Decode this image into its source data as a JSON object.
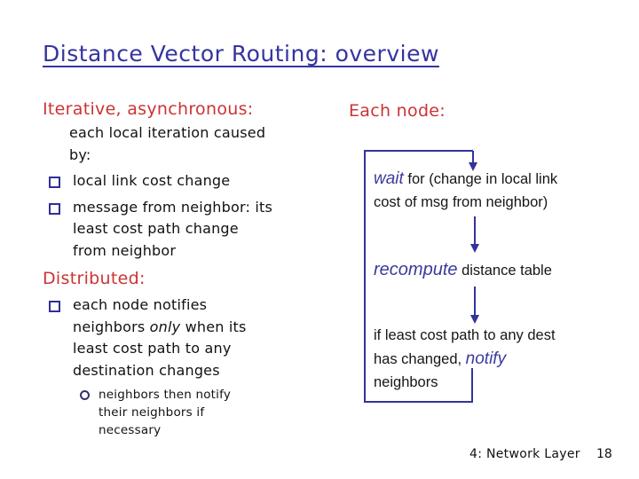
{
  "slide": {
    "title": "Distance Vector Routing: overview",
    "footer": {
      "section": "4: Network Layer",
      "page": "18"
    }
  },
  "left": {
    "heading": "Iterative, asynchronous:",
    "intro_lines": [
      "each local iteration caused",
      "by:"
    ],
    "bullet1_lines": [
      "local link cost change"
    ],
    "bullet2_lines": [
      "message from neighbor: its",
      "least cost path change",
      "from neighbor"
    ],
    "heading2": "Distributed:",
    "bullet3": {
      "line1": "each node notifies",
      "line2_pre": "neighbors ",
      "line2_em": "only",
      "line2_post": " when its",
      "line3": "least cost path to any",
      "line4": "destination changes"
    },
    "subbullet_lines": [
      "neighbors then notify",
      "their neighbors if",
      "necessary"
    ]
  },
  "right": {
    "heading": "Each node:",
    "wait": {
      "em": "wait",
      "line1_rest": " for (change in local link",
      "line2": "cost of msg from neighbor)"
    },
    "recompute": {
      "em": "recompute",
      "rest": " distance table"
    },
    "notify": {
      "line1": "if least cost path to any dest",
      "line2_pre": "has changed, ",
      "line2_em": "notify",
      "line3": "neighbors"
    }
  },
  "colors": {
    "title_blue": "#3434A0",
    "heading_red": "#CC3333",
    "diagram_blue": "#333399",
    "body_text": "#111111"
  }
}
